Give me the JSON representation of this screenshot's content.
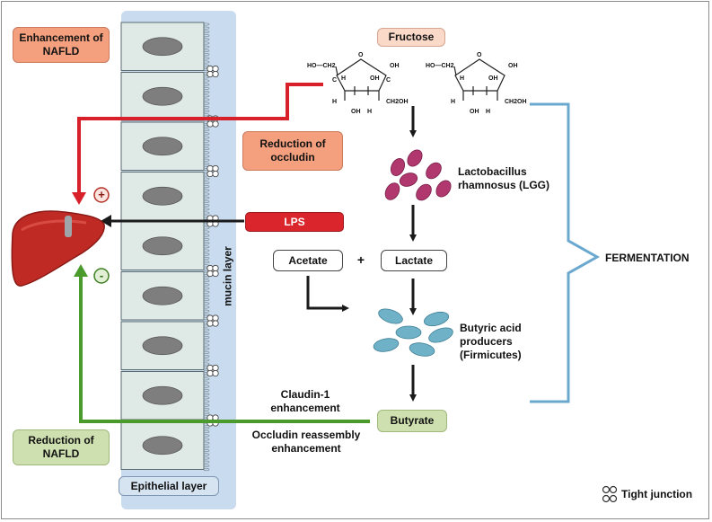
{
  "boxes": {
    "enhancement_nafld": "Enhancement of NAFLD",
    "reduction_nafld": "Reduction of NAFLD",
    "reduction_occludin": "Reduction of occludin",
    "lps": "LPS",
    "fructose": "Fructose",
    "acetate": "Acetate",
    "lactate": "Lactate",
    "butyrate": "Butyrate",
    "epithelial_layer": "Epithelial layer"
  },
  "labels": {
    "plus_operator": "+",
    "lactobacillus": "Lactobacillus rhamnosus (LGG)",
    "butyric": "Butyric acid producers (Firmicutes)",
    "fermentation": "FERMENTATION",
    "mucin_layer": "mucin layer",
    "claudin": "Claudin-1 enhancement",
    "occludin_reassembly": "Occludin reassembly enhancement",
    "tight_junction": "Tight junction",
    "plus_sign": "+",
    "minus_sign": "-"
  },
  "chemistry": {
    "ho_ch2": "HO—CH2",
    "o": "O",
    "oh": "OH",
    "h": "H",
    "c": "C",
    "ch2oh": "CH2OH"
  },
  "colors": {
    "red_arrow": "#d8202a",
    "green_arrow": "#4a9a2c",
    "black_arrow": "#1a1a1a",
    "bracket": "#6aa8d0",
    "mucin": "#c9dcef",
    "liver": "#c02a25",
    "lgg_bacteria": "#b0386e",
    "firmicutes": "#6fb2c8"
  }
}
